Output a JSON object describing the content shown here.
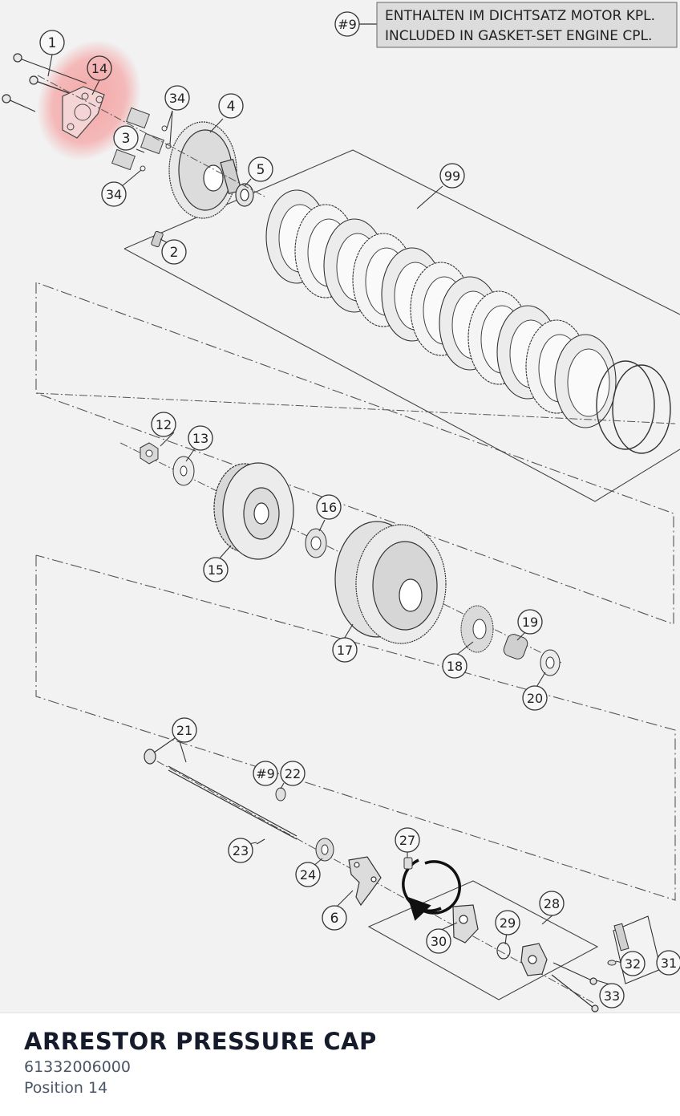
{
  "diagram": {
    "note_ref": "#9",
    "note_lines": [
      "ENTHALTEN IM DICHTSATZ MOTOR KPL.",
      "INCLUDED IN GASKET-SET ENGINE CPL."
    ],
    "highlight_color": "#f59a9a",
    "callouts": [
      "1",
      "14",
      "34",
      "4",
      "3",
      "5",
      "34",
      "2",
      "99",
      "12",
      "13",
      "16",
      "15",
      "17",
      "19",
      "18",
      "20",
      "21",
      "#9",
      "22",
      "27",
      "23",
      "24",
      "6",
      "28",
      "29",
      "30",
      "32",
      "31",
      "33"
    ]
  },
  "part": {
    "title": "ARRESTOR PRESSURE CAP",
    "number": "61332006000",
    "position": "Position 14"
  }
}
